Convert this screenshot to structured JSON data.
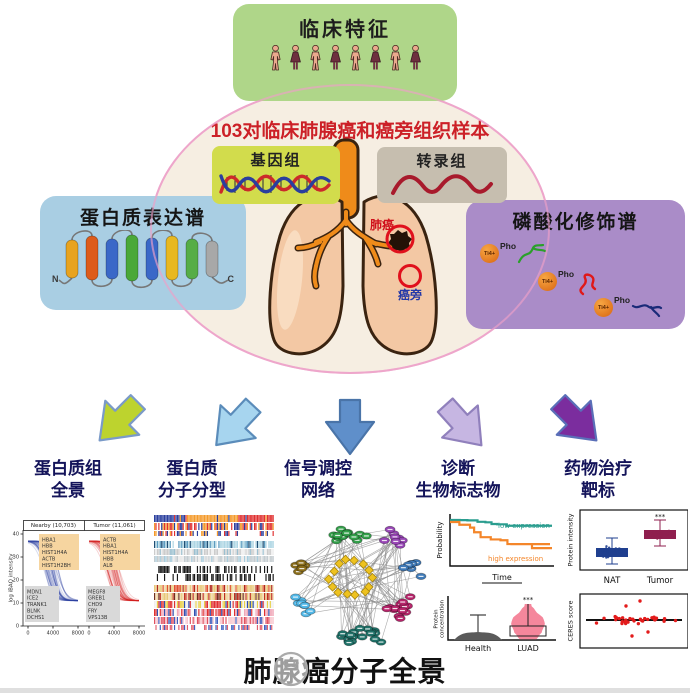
{
  "clinical_box": {
    "label": "临床特征",
    "figure_count": 8,
    "bg": "#afd689"
  },
  "sample_title": "103对临床肺腺癌和癌旁组织样本",
  "genome_box": {
    "label": "基因组",
    "bg": "#d2dc4c",
    "strand_colors": [
      "#cc2a2a",
      "#2a3f9e"
    ]
  },
  "transcriptome_box": {
    "label": "转录组",
    "bg": "#c6beaf",
    "wave_color": "#a81a2c"
  },
  "protein_box": {
    "label": "蛋白质表达谱",
    "bg": "#a9cee3",
    "n_label": "N",
    "c_label": "C",
    "cylinder_colors": [
      "#e8a31f",
      "#dd5b1a",
      "#3a68c8",
      "#4aa838",
      "#3a68c8",
      "#e8b820",
      "#56ad46",
      "#a8a8a8"
    ]
  },
  "phospho_box": {
    "label": "磷酸化修饰谱",
    "bg": "#aa8cc8",
    "ion_label": "Ti4+",
    "pho_label": "Pho",
    "squiggle_colors": [
      "#2aa02a",
      "#e01818",
      "#1a2a78"
    ]
  },
  "lungs": {
    "tumor_label": "肺癌",
    "adjacent_label": "癌旁",
    "lung_color": "#f3c8a4",
    "airway_color": "#ef8b1a",
    "circle_color": "#e0101c"
  },
  "arrows": [
    {
      "fill": "#bdd32e",
      "stroke": "#7a9ac8",
      "rotation": 45
    },
    {
      "fill": "#a7d5ef",
      "stroke": "#5b8cba",
      "rotation": 43
    },
    {
      "fill": "#5f8fca",
      "stroke": "#4a74a8",
      "rotation": 0
    },
    {
      "fill": "#c6b6e2",
      "stroke": "#9080bc",
      "rotation": -42
    },
    {
      "fill": "#7b2d9e",
      "stroke": "#5a6fb8",
      "rotation": -45
    }
  ],
  "columns": [
    {
      "line1": "蛋白质组",
      "line2": "全景"
    },
    {
      "line1": "蛋白质",
      "line2": "分子分型"
    },
    {
      "line1": "信号调控",
      "line2": "网络"
    },
    {
      "line1": "诊断",
      "line2": "生物标志物"
    },
    {
      "line1": "药物治疗",
      "line2": "靶标"
    }
  ],
  "footer": {
    "title": "肺腺癌分子全景"
  },
  "chart_data": [
    {
      "id": "proteome_rank",
      "type": "line",
      "ylabel": "log iBAQ intensity",
      "y_ticks": [
        0,
        10,
        20,
        30,
        40
      ],
      "ylim": [
        0,
        40
      ],
      "panels": [
        {
          "header": "Nearby (10,703)",
          "color": "#2b3f9e",
          "top_genes": [
            "HBA1",
            "HBB",
            "HIST1H4A",
            "ACTB",
            "HIST1H2BH"
          ],
          "bottom_genes": [
            "MDN1",
            "ICE2",
            "TRANK1",
            "BLNK",
            "DCHS1"
          ],
          "x_ticks": [
            "0",
            "4000",
            "8000"
          ]
        },
        {
          "header": "Tumor (11,061)",
          "color": "#d42020",
          "top_genes": [
            "ACTB",
            "HBA1",
            "HIST1H4A",
            "HBB",
            "ALB"
          ],
          "bottom_genes": [
            "MEGF8",
            "GREB1",
            "CHD9",
            "FRY",
            "VPS13B"
          ],
          "x_ticks": [
            "0",
            "4000",
            "8000"
          ]
        }
      ]
    },
    {
      "id": "subtype_heatmap",
      "type": "heatmap",
      "columns": 84,
      "rows": [
        {
          "y": 2,
          "h": 7,
          "segs": [
            [
              "#2b3f9e",
              0.27
            ],
            [
              "#f49a2a",
              0.43
            ],
            [
              "#e03030",
              0.3
            ]
          ],
          "noise": 0.12
        },
        {
          "y": 10,
          "h": 7,
          "weights": [
            [
              "#f49a2a",
              0.3
            ],
            [
              "#2b3f9e",
              0.25
            ],
            [
              "#e03030",
              0.25
            ],
            [
              "#ffffff",
              0.2
            ]
          ]
        },
        {
          "y": 18,
          "h": 5,
          "weights": [
            [
              "#ffffff",
              0.55
            ],
            [
              "#2b3f9e",
              0.15
            ],
            [
              "#f49a2a",
              0.15
            ],
            [
              "#e03030",
              0.15
            ]
          ]
        },
        {
          "y": 28,
          "h": 7,
          "weights": [
            [
              "#aed6e4",
              0.5
            ],
            [
              "#5d9cc0",
              0.2
            ],
            [
              "#1f4e74",
              0.12
            ],
            [
              "#ffffff",
              0.18
            ]
          ]
        },
        {
          "y": 36,
          "h": 6,
          "weights": [
            [
              "#cccccc",
              0.5
            ],
            [
              "#eeeeee",
              0.3
            ],
            [
              "#9cc0d0",
              0.2
            ]
          ]
        },
        {
          "y": 43,
          "h": 6,
          "weights": [
            [
              "#c4ccd0",
              0.45
            ],
            [
              "#a8ccdc",
              0.25
            ],
            [
              "#e8e8e8",
              0.3
            ]
          ]
        },
        {
          "y": 53,
          "h": 7,
          "weights": [
            [
              "#1a1a1a",
              0.55
            ],
            [
              "#ffffff",
              0.45
            ]
          ]
        },
        {
          "y": 61,
          "h": 7,
          "weights": [
            [
              "#1a1a1a",
              0.5
            ],
            [
              "#ffffff",
              0.5
            ]
          ]
        },
        {
          "y": 72,
          "h": 7,
          "weights": [
            [
              "#e8c87a",
              0.4
            ],
            [
              "#e05030",
              0.25
            ],
            [
              "#f2e2ba",
              0.2
            ],
            [
              "#b02820",
              0.15
            ]
          ]
        },
        {
          "y": 80,
          "h": 7,
          "weights": [
            [
              "#e8c87a",
              0.35
            ],
            [
              "#c03020",
              0.3
            ],
            [
              "#f2d8a8",
              0.2
            ],
            [
              "#703020",
              0.15
            ]
          ]
        },
        {
          "y": 88,
          "h": 7,
          "weights": [
            [
              "#e8d048",
              0.3
            ],
            [
              "#e03030",
              0.3
            ],
            [
              "#3050b0",
              0.15
            ],
            [
              "#f0f0f0",
              0.25
            ]
          ]
        },
        {
          "y": 96,
          "h": 7,
          "weights": [
            [
              "#f0a8b8",
              0.35
            ],
            [
              "#e03030",
              0.3
            ],
            [
              "#f8f8f8",
              0.2
            ],
            [
              "#3050b0",
              0.15
            ]
          ]
        },
        {
          "y": 104,
          "h": 7,
          "weights": [
            [
              "#e05060",
              0.35
            ],
            [
              "#f8c8d0",
              0.3
            ],
            [
              "#ffffff",
              0.2
            ],
            [
              "#4060c0",
              0.15
            ]
          ]
        },
        {
          "y": 112,
          "h": 5,
          "weights": [
            [
              "#e06070",
              0.3
            ],
            [
              "#ffffff",
              0.5
            ],
            [
              "#4060c0",
              0.2
            ]
          ]
        }
      ]
    },
    {
      "id": "signaling_network",
      "type": "network",
      "hub": {
        "color": "#eec21f",
        "stroke": "#a8860f",
        "count": 14,
        "cx": 72,
        "cy": 66,
        "rx": 20,
        "ry": 18
      },
      "clusters": [
        {
          "color": "#33a04a",
          "cx": 64,
          "cy": 22,
          "rx": 30,
          "ry": 13,
          "n": 13
        },
        {
          "color": "#9745b5",
          "cx": 116,
          "cy": 26,
          "rx": 18,
          "ry": 11,
          "n": 8
        },
        {
          "color": "#3f7ab8",
          "cx": 131,
          "cy": 55,
          "rx": 14,
          "ry": 13,
          "n": 8
        },
        {
          "color": "#b6246a",
          "cx": 120,
          "cy": 95,
          "rx": 19,
          "ry": 16,
          "n": 13
        },
        {
          "color": "#1f7168",
          "cx": 78,
          "cy": 124,
          "rx": 32,
          "ry": 15,
          "n": 19
        },
        {
          "color": "#52b8e8",
          "cx": 22,
          "cy": 92,
          "rx": 13,
          "ry": 15,
          "n": 8
        },
        {
          "color": "#8a6d1a",
          "cx": 20,
          "cy": 57,
          "rx": 15,
          "ry": 11,
          "n": 7
        }
      ]
    },
    {
      "id": "km_survival",
      "type": "line",
      "subtype": "kaplan-meier",
      "ylabel": "Probability",
      "xlabel": "Time",
      "series": [
        {
          "name": "low expression",
          "color": "#2a9d8f"
        },
        {
          "name": "high expression",
          "color": "#f4862a"
        }
      ]
    },
    {
      "id": "violin_concentration",
      "type": "violin",
      "ylabel": "Protein concentration",
      "ylabel_lines": [
        "Protein",
        "concentration"
      ],
      "categories": [
        "Health",
        "LUAD"
      ],
      "colors": [
        "#5a5a5a",
        "#f5879c"
      ],
      "significance": "***"
    },
    {
      "id": "box_intensity",
      "type": "box-scatter",
      "ylabel": "Protein intensity",
      "categories": [
        "NAT",
        "Tumor"
      ],
      "colors": [
        "#1f3f8f",
        "#8f1f4f"
      ],
      "significance": "***"
    },
    {
      "id": "ceres_scatter",
      "type": "scatter",
      "ylabel": "CERES score",
      "point_color": "#e31b1b",
      "line_color": "#111111"
    }
  ]
}
